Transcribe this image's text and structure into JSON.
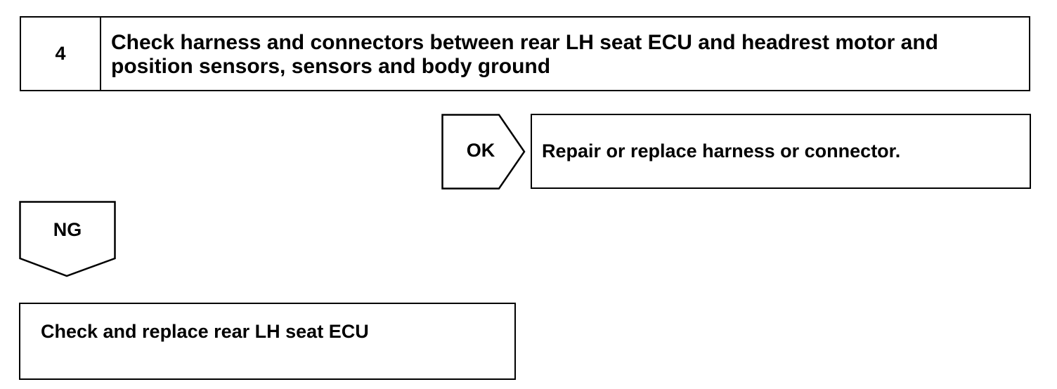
{
  "step": {
    "number": "4",
    "title": "Check harness and connectors between rear LH seat ECU and headrest motor and position sensors, sensors and body ground"
  },
  "ok_branch": {
    "label": "OK",
    "result": "Repair or replace harness or connector."
  },
  "ng_branch": {
    "label": "NG",
    "result": "Check and replace rear LH seat ECU"
  },
  "colors": {
    "line": "#000000",
    "background": "#ffffff"
  }
}
